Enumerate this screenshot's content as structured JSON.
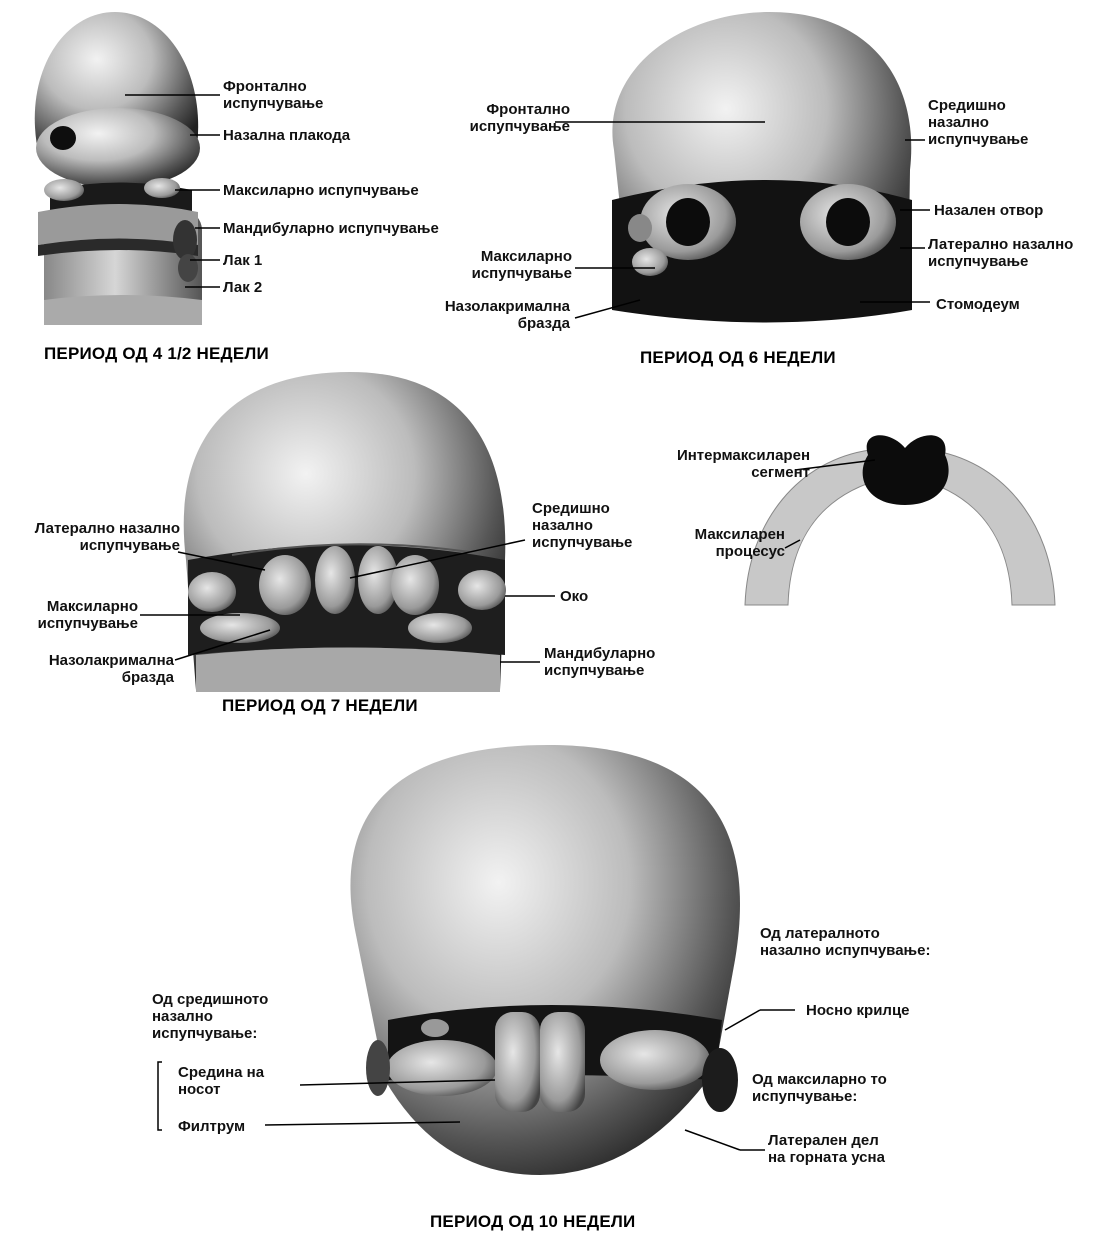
{
  "panel_4_5_weeks": {
    "caption": "ПЕРИОД ОД 4 1/2 НЕДЕЛИ",
    "labels": {
      "frontal": [
        "Фронтално",
        "испупчување"
      ],
      "nasal_placode": "Назална плакода",
      "maxillary": "Максиларно испупчување",
      "mandibular": "Мандибуларно испупчување",
      "arch1": "Лак 1",
      "arch2": "Лак 2"
    }
  },
  "panel_6_weeks": {
    "caption": "ПЕРИОД ОД 6 НЕДЕЛИ",
    "labels": {
      "frontal": [
        "Фронтално",
        "испупчување"
      ],
      "medial_nasal": [
        "Средишно",
        "назално",
        "испупчување"
      ],
      "nasal_pit": "Назален отвор",
      "lateral_nasal": [
        "Латерално назално",
        "испупчување"
      ],
      "maxillary": [
        "Максиларно",
        "испупчување"
      ],
      "nasolacrimal": [
        "Назолакримална",
        "бразда"
      ],
      "stomodeum": "Стомодеум"
    }
  },
  "panel_7_weeks": {
    "caption": "ПЕРИОД ОД 7 НЕДЕЛИ",
    "labels": {
      "lateral_nasal": [
        "Латерално назално",
        "испупчување"
      ],
      "medial_nasal": [
        "Средишно",
        "назално",
        "испупчување"
      ],
      "eye": "Око",
      "maxillary": [
        "Максиларно",
        "испупчување"
      ],
      "nasolacrimal": [
        "Назолакримална",
        "бразда"
      ],
      "mandibular": [
        "Мандибуларно",
        "испупчување"
      ]
    }
  },
  "panel_palate": {
    "labels": {
      "intermaxillary": [
        "Интермаксиларен",
        "сегмент"
      ],
      "maxillary_process": [
        "Максиларен",
        "процесус"
      ]
    }
  },
  "panel_10_weeks": {
    "caption": "ПЕРИОД ОД 10 НЕДЕЛИ",
    "labels": {
      "from_medial": [
        "Од средишното",
        "назално",
        "испупчување:"
      ],
      "mid_nose": [
        "Средина на",
        "носот"
      ],
      "philtrum": "Филтрум",
      "from_lateral": [
        "Од латералното",
        "назално испупчување:"
      ],
      "ala": "Носно крилце",
      "from_maxillary": [
        "Од максиларно то",
        "испупчување:"
      ],
      "lateral_lip": [
        "Латерален дел",
        "на горната усна"
      ]
    }
  }
}
